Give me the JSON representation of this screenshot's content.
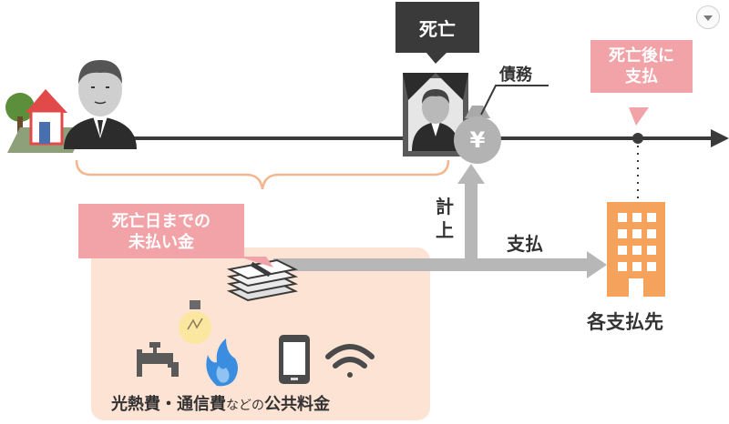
{
  "labels": {
    "death": "死亡",
    "debt": "債務",
    "after_death_line1": "死亡後に",
    "after_death_line2": "支払",
    "unpaid_line1": "死亡日までの",
    "unpaid_line2": "未払い金",
    "record_line1": "計",
    "record_line2": "上",
    "payment": "支払",
    "payees": "各支払先",
    "utilities_bold1": "光熱費・通信費",
    "utilities_light": "などの",
    "utilities_bold2": "公共料金"
  },
  "icons": {
    "yen": "¥",
    "menu": "chevron-down-icon"
  },
  "colors": {
    "dark": "#3a3a3a",
    "pink": "#f2a3a8",
    "peach_bg": "#fde3d4",
    "gray_arrow": "#b7b7b7",
    "orange": "#f5a35c",
    "blue_flame": "#3b8de0",
    "bulb_yellow": "#fbe7a0"
  }
}
